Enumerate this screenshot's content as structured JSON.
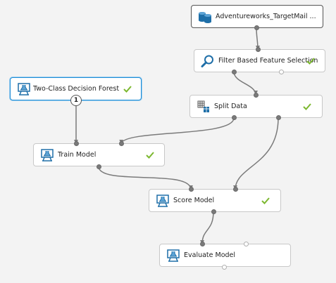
{
  "modules": {
    "dataset": {
      "label": "Adventureworks_TargetMail ...",
      "icon": "dataset-icon"
    },
    "filter": {
      "label": "Filter Based Feature Selection",
      "icon": "search-icon",
      "status": "check-icon"
    },
    "forest": {
      "label": "Two-Class Decision Forest",
      "icon": "flask-icon",
      "status": "check-icon",
      "badge": "1"
    },
    "split": {
      "label": "Split Data",
      "icon": "split-grid-icon",
      "status": "check-icon"
    },
    "train": {
      "label": "Train Model",
      "icon": "flask-icon",
      "status": "check-icon"
    },
    "score": {
      "label": "Score Model",
      "icon": "flask-icon",
      "status": "check-icon"
    },
    "evaluate": {
      "label": "Evaluate Model",
      "icon": "flask-icon"
    }
  },
  "colors": {
    "canvas": "#f3f3f3",
    "wire": "#7a7a7a",
    "check": "#7cb82f",
    "selected_border": "#1f8dd6",
    "icon_blue": "#1f6fa8"
  }
}
